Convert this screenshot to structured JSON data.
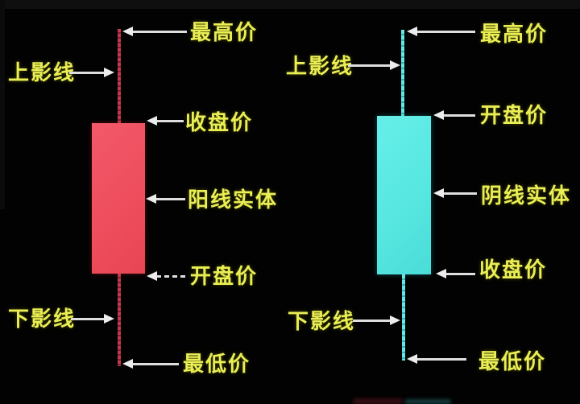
{
  "style": {
    "background": "#020202",
    "label_color": "#e9ee55",
    "arrow_color": "#dedede",
    "bullish_body_color": "#ee4d5c",
    "bullish_wick_color": "#c23a4b",
    "bearish_body_color": "#56e6e0",
    "bearish_wick_color": "#63e8e8"
  },
  "left_candle": {
    "type": "bullish",
    "labels": {
      "highest": "最高价",
      "upper_shadow": "上影线",
      "close": "收盘价",
      "body": "阳线实体",
      "open": "开盘价",
      "lower_shadow": "下影线",
      "lowest": "最低价"
    }
  },
  "right_candle": {
    "type": "bearish",
    "labels": {
      "highest": "最高价",
      "upper_shadow": "上影线",
      "open": "开盘价",
      "body": "阴线实体",
      "close": "收盘价",
      "lower_shadow": "下影线",
      "lowest": "最低价"
    }
  }
}
